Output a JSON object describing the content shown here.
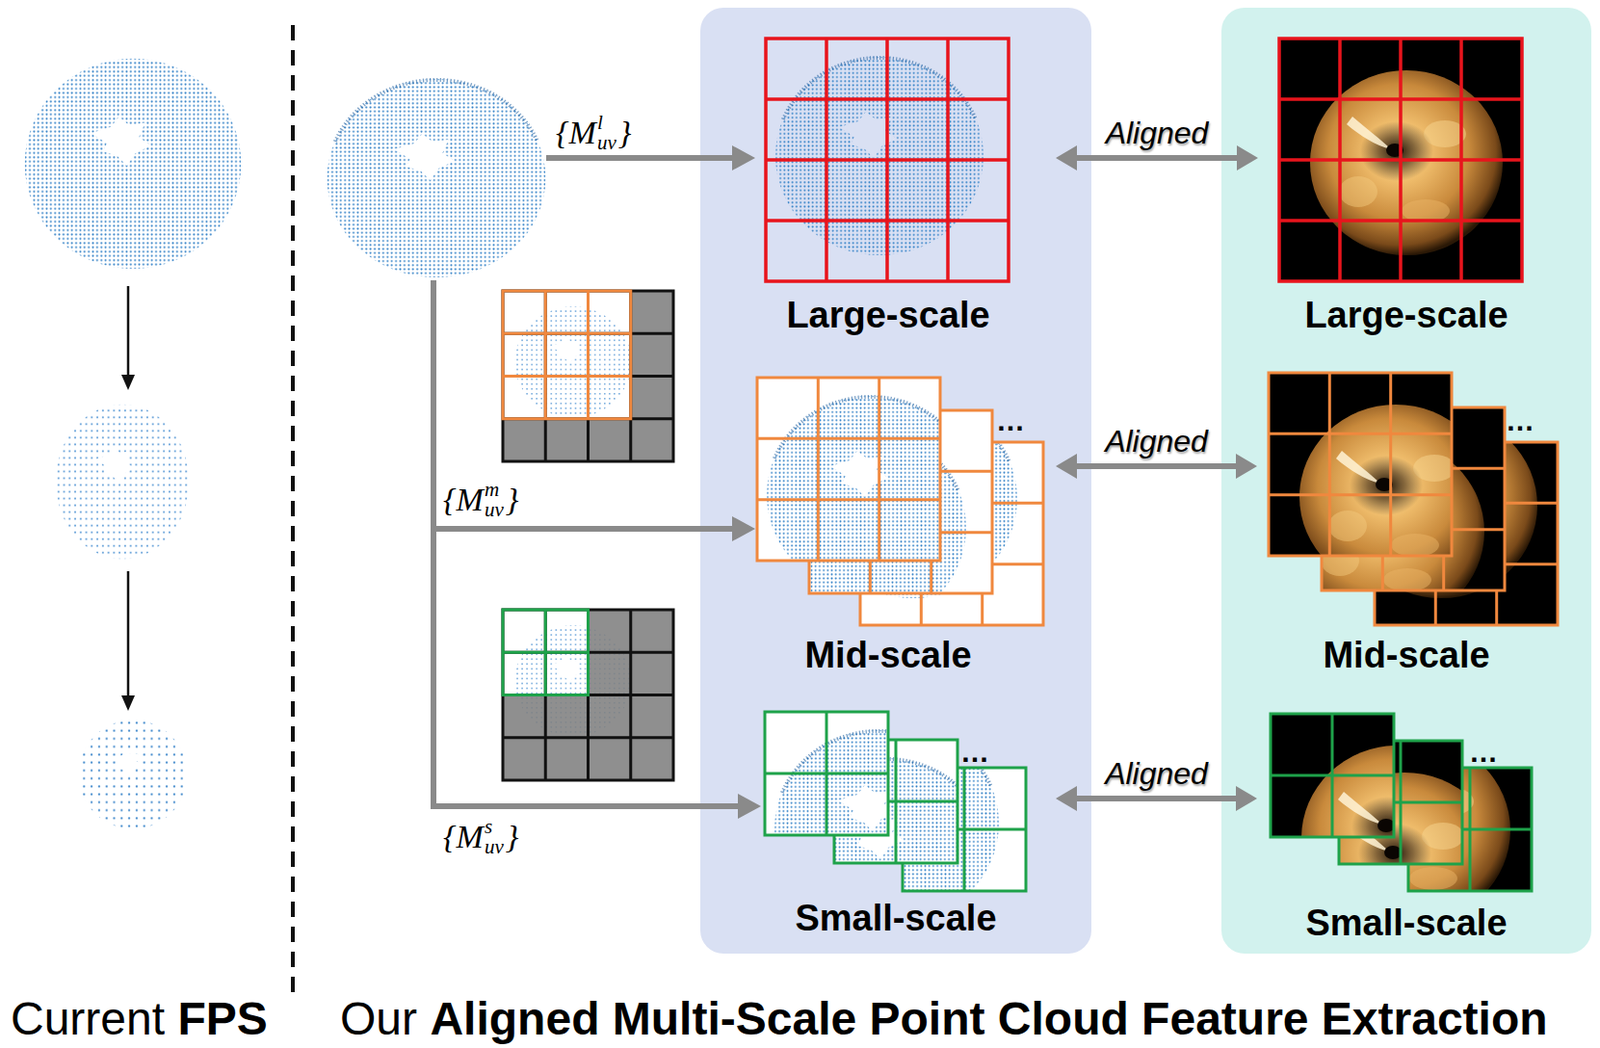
{
  "diagram": {
    "nodes": [
      {
        "text": [
          "Large-scale"
        ]
      },
      {
        "text": [
          "Mid-scale"
        ]
      },
      {
        "text": [
          "Small-scale"
        ]
      },
      {
        "text": [
          "Large-scale"
        ]
      },
      {
        "text": [
          "Mid-scale"
        ]
      },
      {
        "text": [
          "Small-scale"
        ]
      }
    ],
    "edges": [
      {
        "from": 0,
        "to": 3,
        "label": "Aligned",
        "arrow": "both"
      },
      {
        "from": 1,
        "to": 4,
        "label": "Aligned",
        "arrow": "both"
      },
      {
        "from": 2,
        "to": 5,
        "label": "Aligned",
        "arrow": "both"
      }
    ],
    "labels": [
      "{M",
      "l",
      "uv",
      "}",
      "{M",
      "m",
      "uv",
      "}",
      "…",
      "…",
      "{M",
      "s",
      "uv",
      "}",
      "…",
      "…",
      "Current",
      "FPS",
      "Our",
      "Aligned Multi-Scale Point Cloud Feature Extraction"
    ]
  }
}
